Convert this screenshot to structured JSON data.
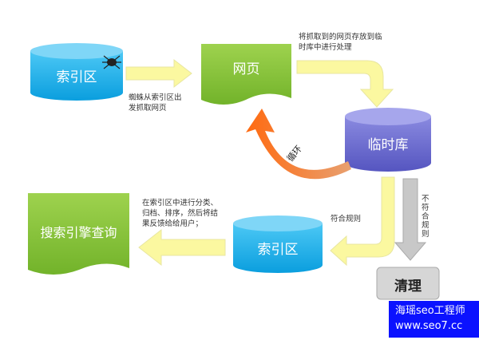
{
  "nodes": {
    "index_top": "索引区",
    "webpage": "网页",
    "temp_store": "临时库",
    "index_bottom": "索引区",
    "search_query": "搜索引擎查询",
    "cleanup": "清理"
  },
  "captions": {
    "spider_start": [
      "蜘蛛从索引区出",
      "发抓取网页"
    ],
    "store_temp": [
      "将抓取到的网页存放到临",
      "时库中进行处理"
    ],
    "loop": "循环",
    "match_rules": "符合规则",
    "not_match_rules": "不符合规则",
    "classify": [
      "在索引区中进行分类、",
      "归档、排序，然后将结",
      "果反馈给给用户；"
    ]
  },
  "watermark": [
    "海瑶seo工程师",
    "www.seo7.cc"
  ],
  "colors": {
    "cyan": "#1aaee8",
    "green": "#8cc63f",
    "purple": "#6f6fd0",
    "orange": "#f07020",
    "yellow": "#fbf8a0",
    "gray": "#c8c8c8"
  }
}
